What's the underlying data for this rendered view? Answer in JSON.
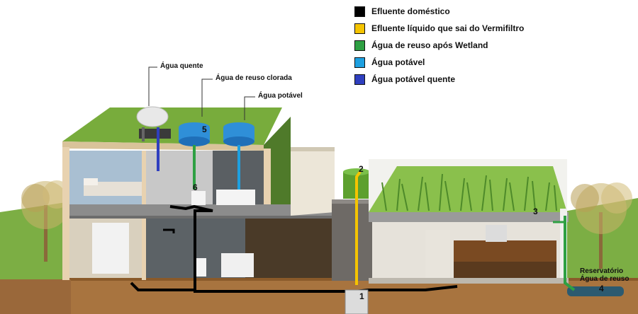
{
  "legend": [
    {
      "label": "Efluente doméstico",
      "color": "#000000"
    },
    {
      "label": "Efluente líquido que sai do Vermifiltro",
      "color": "#f5c400"
    },
    {
      "label": "Água de reuso após Wetland",
      "color": "#2ea043"
    },
    {
      "label": "Água potável",
      "color": "#1ea0e0"
    },
    {
      "label": "Água potável quente",
      "color": "#2f3fbf"
    }
  ],
  "callouts": {
    "hot_water": "Água quente",
    "chlorinated_reuse": "Água de reuso clorada",
    "potable": "Água potável",
    "reservoir_line1": "Reservatório",
    "reservoir_line2": "Água de reuso"
  },
  "numbers": {
    "n1": "1",
    "n2": "2",
    "n3": "3",
    "n4": "4",
    "n5": "5",
    "n6": "6"
  },
  "colors": {
    "grass": "#6fa53a",
    "soil": "#a8743f",
    "wall": "#e8d8bc",
    "tank": "#2f8fd8"
  }
}
